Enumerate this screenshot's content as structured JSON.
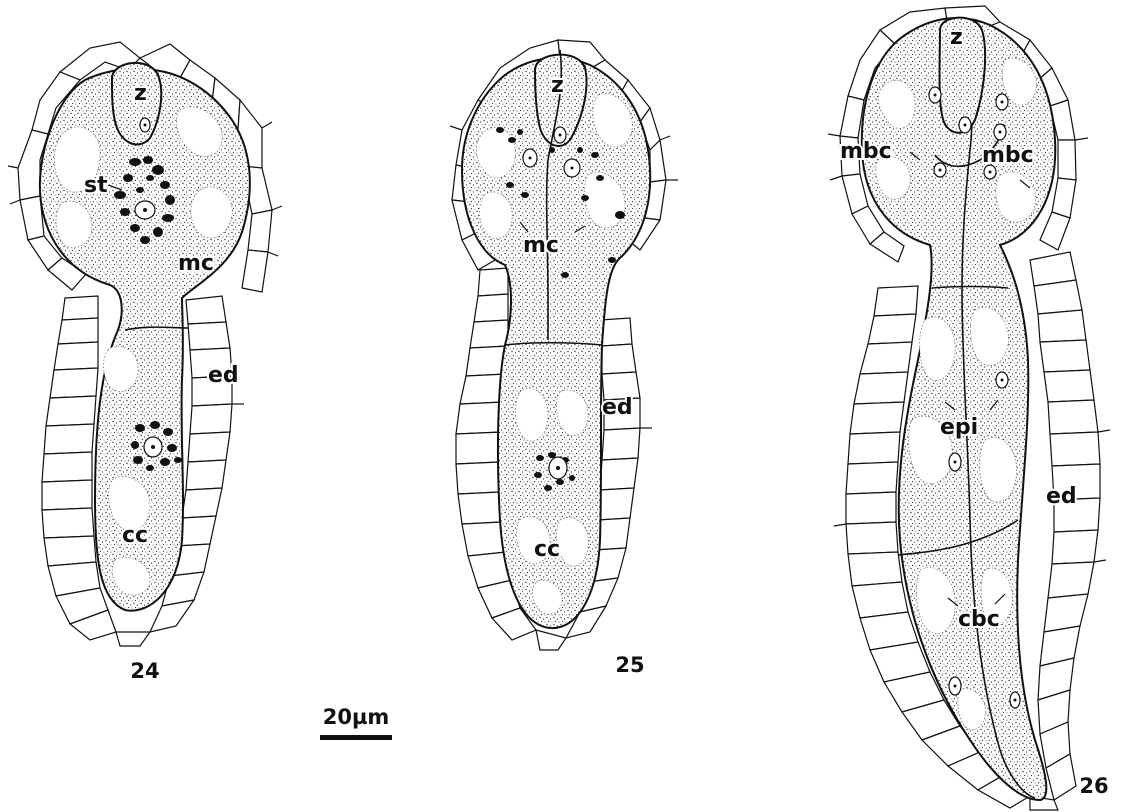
{
  "figures": [
    {
      "number": "24",
      "labels": {
        "zygote": "z",
        "starch": "st",
        "micropylar_cell": "mc",
        "endosperm": "ed",
        "chalazal_cell": "cc"
      }
    },
    {
      "number": "25",
      "labels": {
        "zygote": "z",
        "micropylar_cell": "mc",
        "endosperm": "ed",
        "chalazal_cell": "cc"
      }
    },
    {
      "number": "26",
      "labels": {
        "zygote": "z",
        "micropylar_basal_cell_left": "mbc",
        "micropylar_basal_cell_right": "mbc",
        "epibasal": "epi",
        "endosperm": "ed",
        "chalazal_basal_cell": "cbc"
      }
    }
  ],
  "scale_bar": {
    "label": "20µm"
  }
}
